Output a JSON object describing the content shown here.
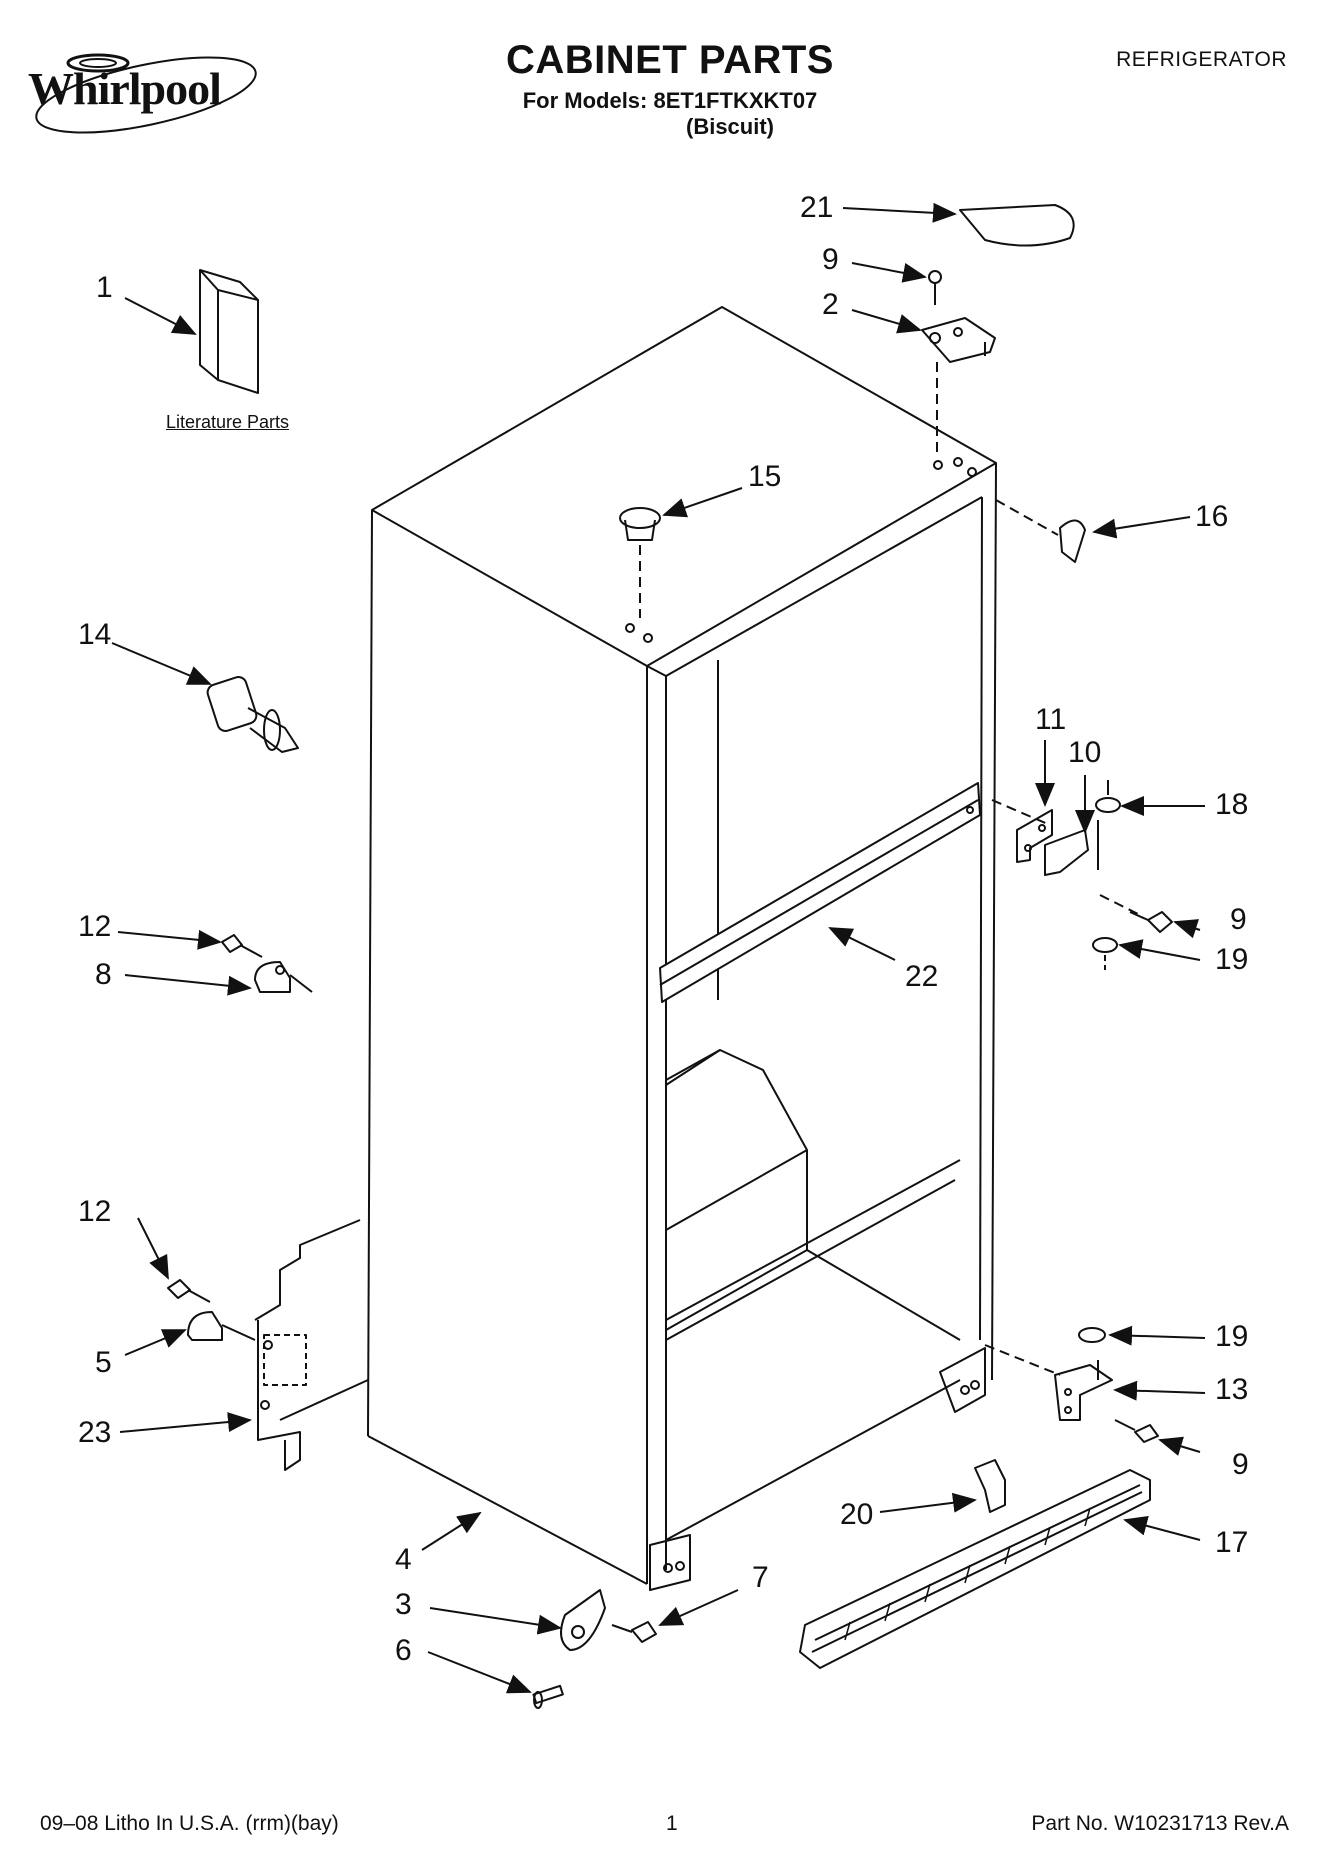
{
  "header": {
    "brand": "Whirlpool",
    "title": "CABINET PARTS",
    "models_line": "For Models: 8ET1FTKXKT07",
    "variant": "(Biscuit)",
    "category": "REFRIGERATOR"
  },
  "labels": {
    "literature_parts": "Literature Parts"
  },
  "callouts": {
    "c1": "1",
    "c2": "2",
    "c3": "3",
    "c4": "4",
    "c5": "5",
    "c6": "6",
    "c7": "7",
    "c8": "8",
    "c9a": "9",
    "c9b": "9",
    "c9c": "9",
    "c10": "10",
    "c11": "11",
    "c12a": "12",
    "c12b": "12",
    "c13": "13",
    "c14": "14",
    "c15": "15",
    "c16": "16",
    "c17": "17",
    "c18": "18",
    "c19a": "19",
    "c19b": "19",
    "c20": "20",
    "c21": "21",
    "c22": "22",
    "c23": "23"
  },
  "footer": {
    "litho": "09–08 Litho In U.S.A. (rrm)(bay)",
    "page": "1",
    "part_no": "Part No. W10231713 Rev.A"
  }
}
